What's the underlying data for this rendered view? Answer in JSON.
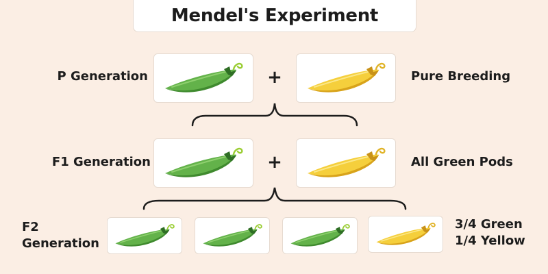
{
  "title": "Mendel's Experiment",
  "colors": {
    "background": "#fbeee4",
    "green_pod": "#4f9a3a",
    "yellow_pod": "#f2c830"
  },
  "p_generation": {
    "label": "P Generation",
    "operator": "+",
    "note": "Pure Breeding",
    "pods": [
      "green-pod-icon",
      "yellow-pod-icon"
    ]
  },
  "f1_generation": {
    "label": "F1 Generation",
    "operator": "+",
    "note": "All Green Pods",
    "pods": [
      "green-pod-icon",
      "yellow-pod-icon"
    ]
  },
  "f2_generation": {
    "label_line1": "F2",
    "label_line2": "Generation",
    "ratio_line1": "3/4 Green",
    "ratio_line2": "1/4 Yellow",
    "pods": [
      "green-pod-icon",
      "green-pod-icon",
      "green-pod-icon",
      "yellow-pod-icon"
    ]
  }
}
